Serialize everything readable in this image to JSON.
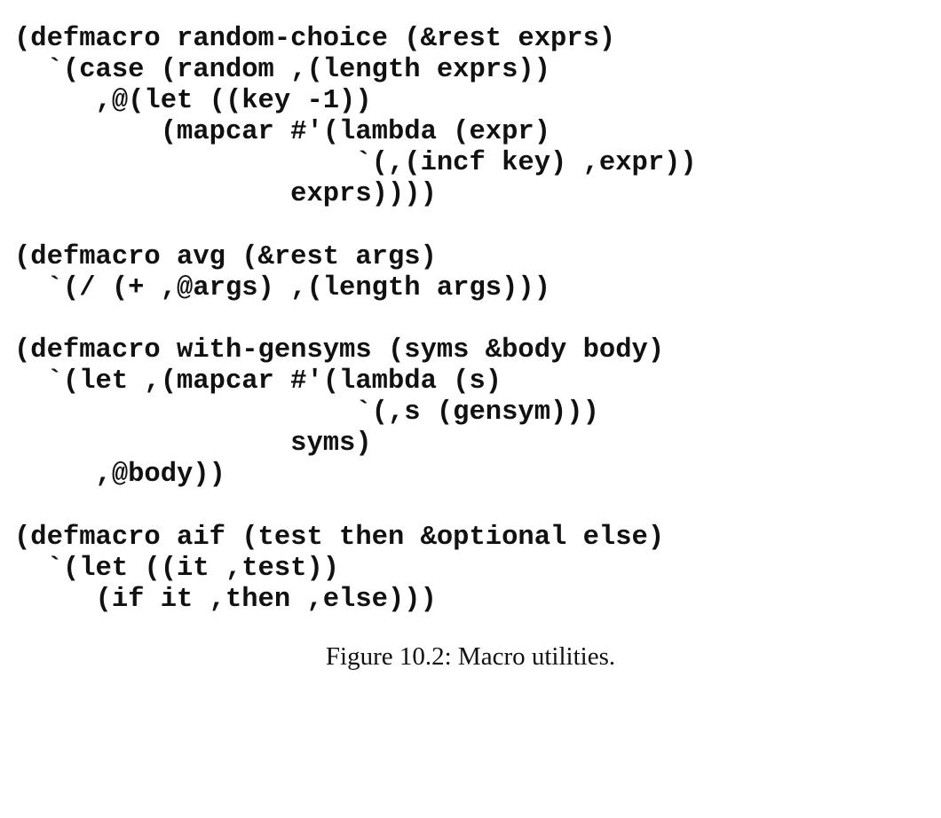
{
  "figure": {
    "code_lines": [
      "(defmacro random-choice (&rest exprs)",
      "  `(case (random ,(length exprs))",
      "     ,@(let ((key -1))",
      "         (mapcar #'(lambda (expr)",
      "                     `(,(incf key) ,expr))",
      "                 exprs))))",
      "",
      "(defmacro avg (&rest args)",
      "  `(/ (+ ,@args) ,(length args)))",
      "",
      "(defmacro with-gensyms (syms &body body)",
      "  `(let ,(mapcar #'(lambda (s)",
      "                     `(,s (gensym)))",
      "                 syms)",
      "     ,@body))",
      "",
      "(defmacro aif (test then &optional else)",
      "  `(let ((it ,test))",
      "     (if it ,then ,else)))"
    ],
    "caption": "Figure 10.2: Macro utilities."
  }
}
